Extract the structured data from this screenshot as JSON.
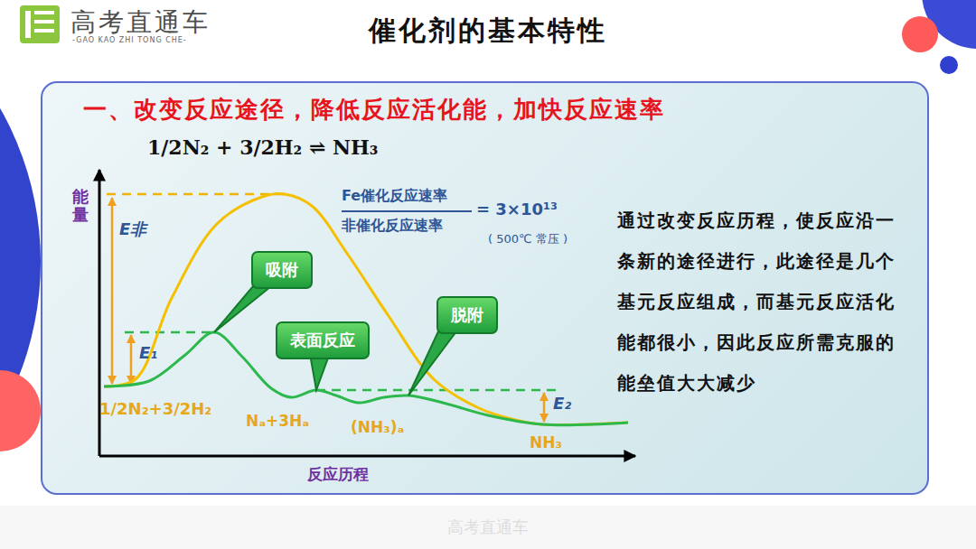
{
  "diagram": {
    "title": "催化剂的基本特性",
    "nodes": [
      {
        "text": [
          "一、改变反应途径，降低反应活化能，加快反应速率"
        ]
      },
      {
        "text": [
          "吸附"
        ],
        "in": 0
      },
      {
        "text": [
          "表面反应"
        ],
        "in": 0
      },
      {
        "text": [
          "脱附"
        ],
        "in": 0
      }
    ],
    "labels": [
      "高考直通车",
      "-GAO KAO ZHI TONG CHE-",
      "1/2N₂ + 3/2H₂ ⇌ NH₃",
      "能量",
      "E非",
      "E₁",
      "1/2N₂+3/2H₂",
      "Fe催化反应速率",
      "非催化反应速率",
      "= 3×10¹³",
      "( 500℃ 常压 )",
      "Nₐ+3Hₐ",
      "(NH₃)ₐ",
      "E₂",
      "NH₃",
      "反应历程",
      "通过改变反应历程，使反应沿一条新的途径进行，此途径是几个基元反应组成，而基元反应活化能都很小，因此反应所需克服的能垒值大大减少",
      "高考直通车"
    ]
  }
}
